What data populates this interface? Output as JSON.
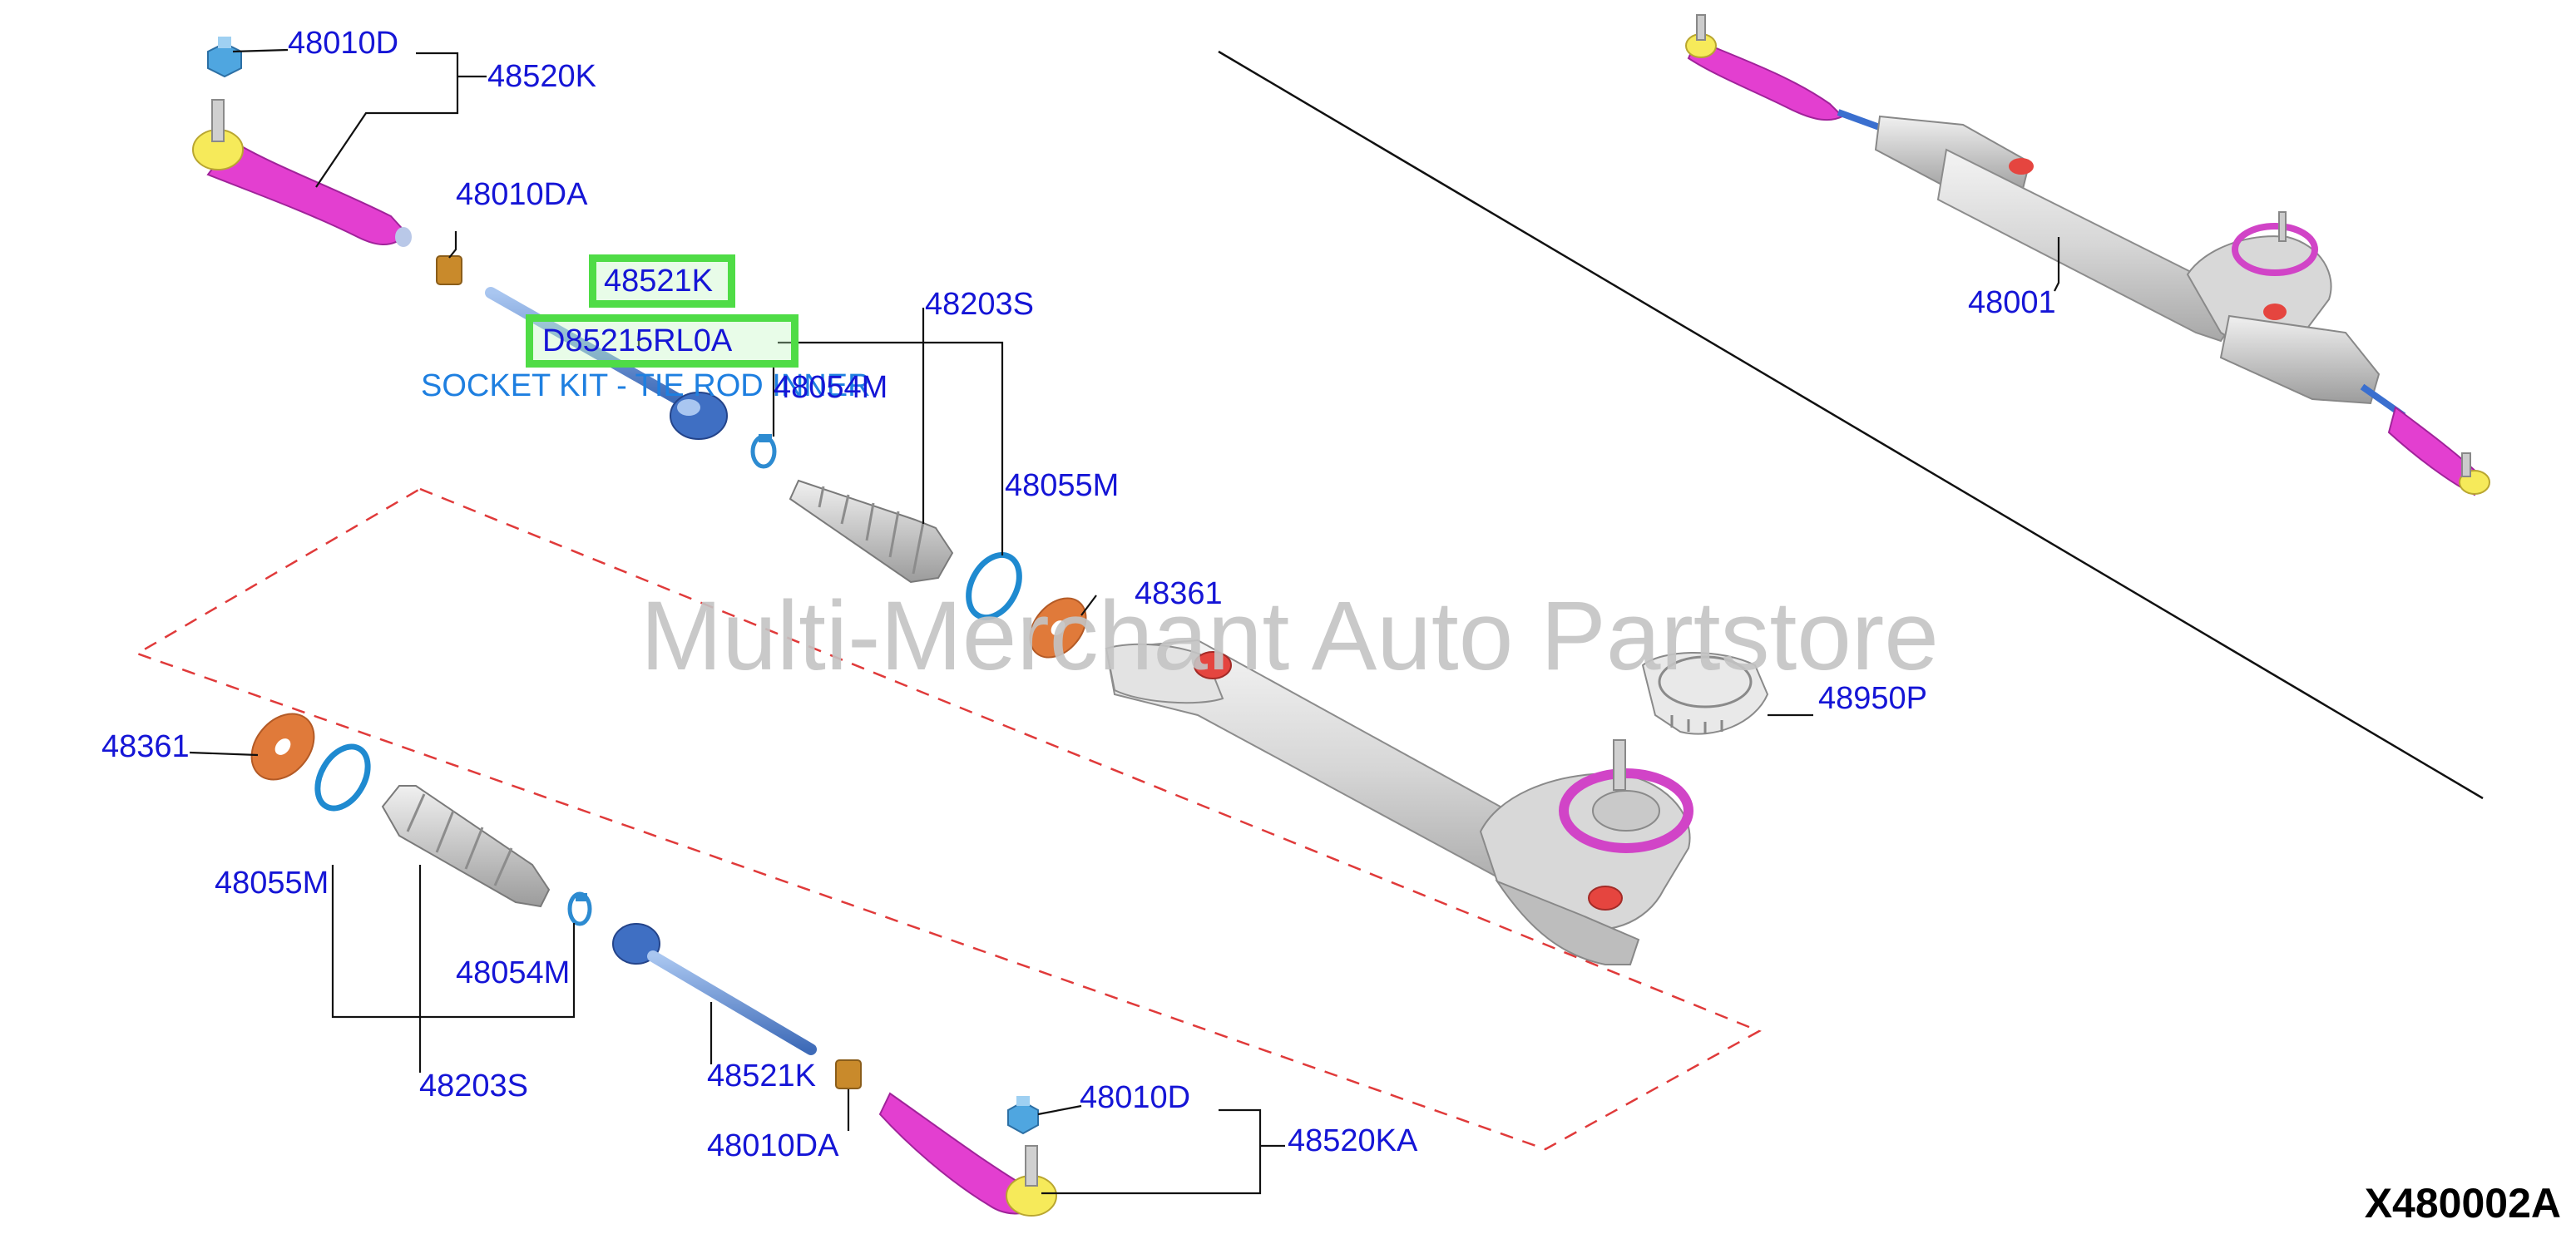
{
  "diagram_id": "X480002A",
  "watermark": "Multi-Merchant Auto Partstore",
  "subtitle": "SOCKET KIT - TIE ROD INNER",
  "highlighted_part": "D85215RL0A",
  "colors": {
    "label": "#1515d6",
    "subtitle": "#1e7fe0",
    "highlight": "#4fdc46",
    "leader": "#111111",
    "region": "#e03a3a",
    "boot_ring": "#e07a3a",
    "tie_rod_end": "#e33fd0",
    "stud_cap": "#f6ea5a",
    "nut": "#4fa6e0"
  },
  "labels": {
    "p48010D_top": "48010D",
    "p48520K": "48520K",
    "p48010DA_top": "48010DA",
    "p48521K_top": "48521K",
    "pD85215RL0A": "D85215RL0A",
    "p48054M_top": "48054M",
    "p48203S_top": "48203S",
    "p48055M_top": "48055M",
    "p48361_top": "48361",
    "p48001": "48001",
    "p48950P": "48950P",
    "p48361_bottom": "48361",
    "p48055M_bottom": "48055M",
    "p48054M_bottom": "48054M",
    "p48203S_bottom": "48203S",
    "p48521K_bottom": "48521K",
    "p48010DA_bottom": "48010DA",
    "p48010D_bottom": "48010D",
    "p48520KA": "48520KA"
  }
}
